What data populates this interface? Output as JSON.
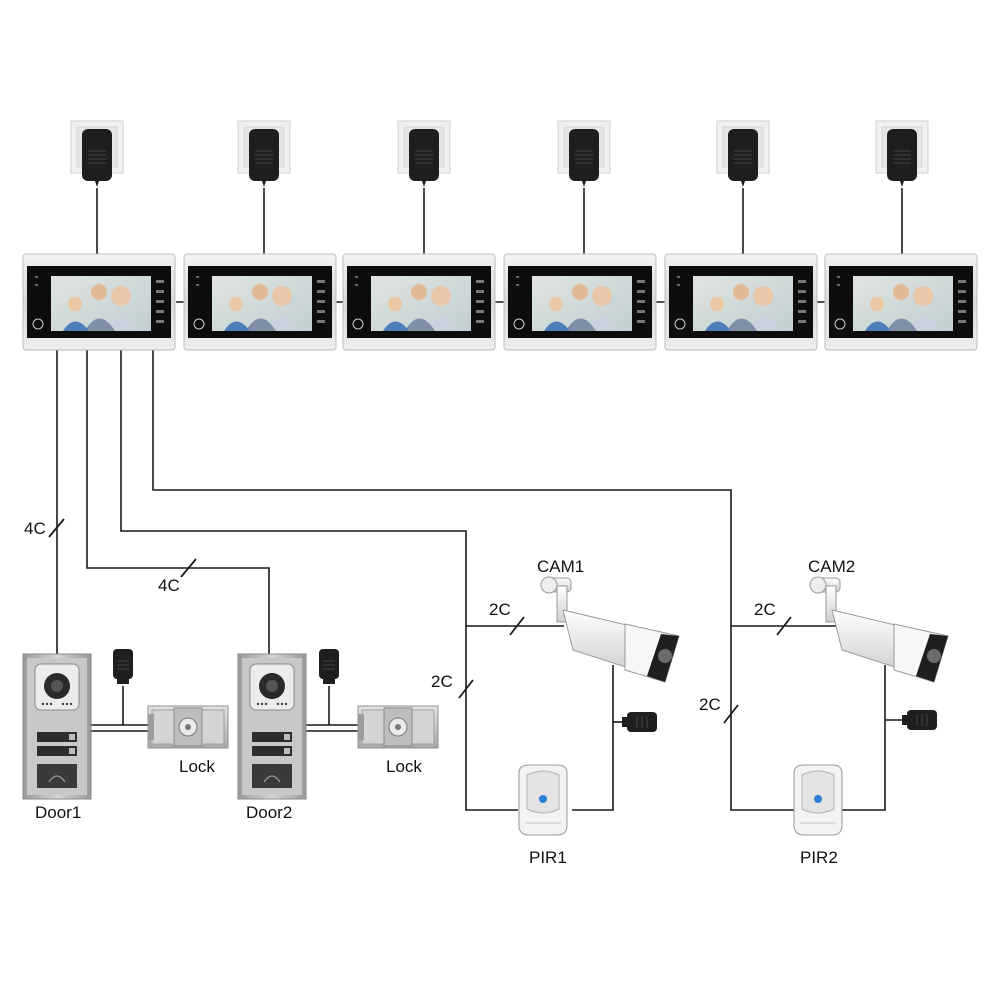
{
  "monitors": [
    {
      "id": "monitor-1"
    },
    {
      "id": "monitor-2"
    },
    {
      "id": "monitor-3"
    },
    {
      "id": "monitor-4"
    },
    {
      "id": "monitor-5"
    },
    {
      "id": "monitor-6"
    }
  ],
  "doors": [
    {
      "label": "Door1"
    },
    {
      "label": "Door2"
    }
  ],
  "locks": [
    {
      "label": "Lock"
    },
    {
      "label": "Lock"
    }
  ],
  "cameras": [
    {
      "label": "CAM1"
    },
    {
      "label": "CAM2"
    }
  ],
  "pirs": [
    {
      "label": "PIR1"
    },
    {
      "label": "PIR2"
    }
  ],
  "cable_labels": {
    "door1_cable": "4C",
    "door2_cable": "4C",
    "cam1_cable": "2C",
    "pir1_cable": "2C",
    "cam2_cable": "2C",
    "pir2_cable": "2C"
  },
  "colors": {
    "wire": "#1a1a1a",
    "monitor_frame": "#e2e2e2",
    "monitor_bezel": "#0d0d0d",
    "camera_body": "#f2f2f2",
    "adapter": "#1e1e1e"
  }
}
